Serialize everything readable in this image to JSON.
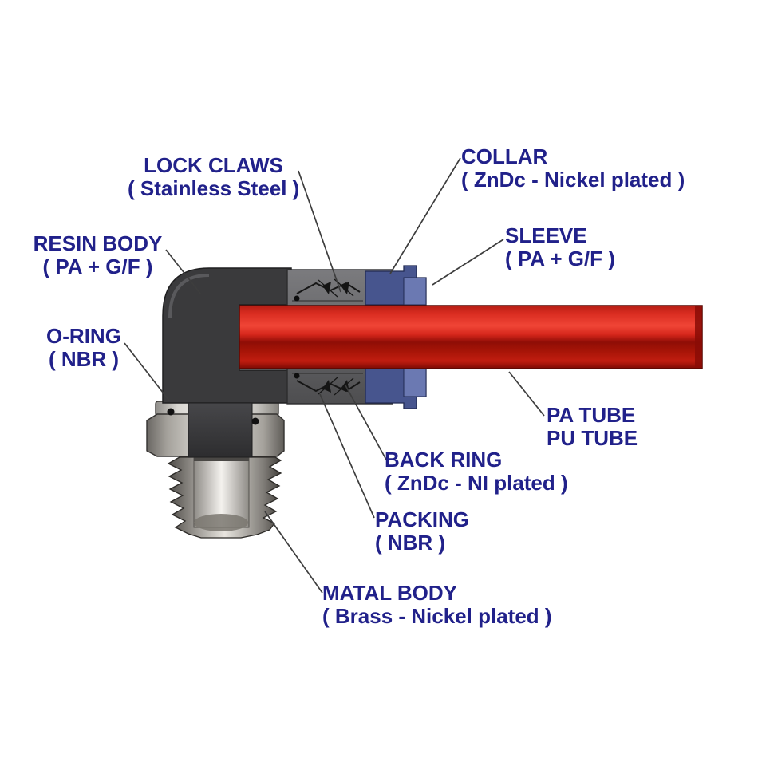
{
  "diagram": {
    "subject": "push-in tube fitting cross-section",
    "labels": {
      "lock_claws": {
        "title": "LOCK CLAWS",
        "subtitle": "( Stainless Steel )"
      },
      "collar": {
        "title": "COLLAR",
        "subtitle": "( ZnDc - Nickel plated )"
      },
      "sleeve": {
        "title": "SLEEVE",
        "subtitle": "( PA + G/F )"
      },
      "resin_body": {
        "title": "RESIN BODY",
        "subtitle": "( PA + G/F )"
      },
      "o_ring": {
        "title": "O-RING",
        "subtitle": "( NBR )"
      },
      "tube": {
        "title": "PA TUBE",
        "subtitle": "PU TUBE"
      },
      "back_ring": {
        "title": "BACK RING",
        "subtitle": "( ZnDc - NI plated )"
      },
      "packing": {
        "title": "PACKING",
        "subtitle": "( NBR )"
      },
      "metal_body": {
        "title": "MATAL BODY",
        "subtitle": "( Brass - Nickel plated )"
      }
    },
    "colors": {
      "label_text": "#21218a",
      "tube_red": "#d8251b",
      "resin_body_dark": "#3a3a3c",
      "collar_blue": "#47558e",
      "sleeve_blue": "#6b79b2",
      "metal_gray": "#d9d7d3",
      "leader_line": "#3d3d3d"
    }
  }
}
